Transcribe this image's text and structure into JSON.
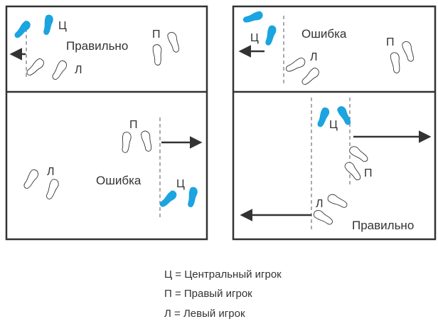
{
  "colors": {
    "center_player": "#1ba4df",
    "outline": "#333333"
  },
  "labels": {
    "center": "Ц",
    "right": "П",
    "left": "Л"
  },
  "panels": [
    {
      "verdict": "Правильно"
    },
    {
      "verdict": "Ошибка"
    },
    {
      "verdict": "Ошибка"
    },
    {
      "verdict": "Правильно"
    }
  ],
  "legend": [
    "Ц = Центральный игрок",
    "П = Правый игрок",
    "Л = Левый игрок"
  ]
}
